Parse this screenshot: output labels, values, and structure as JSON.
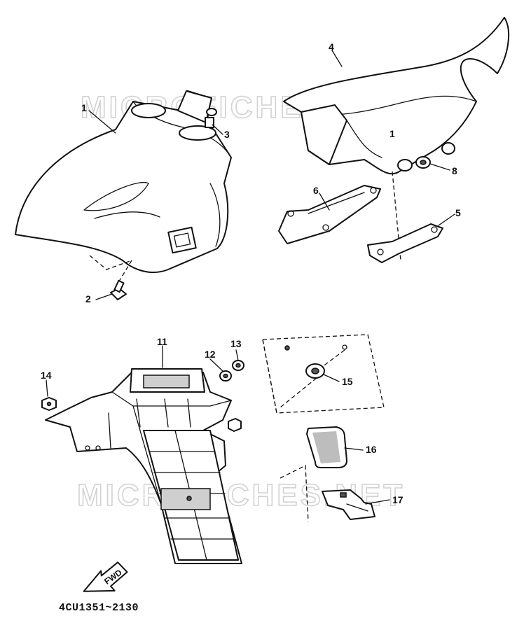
{
  "watermark": {
    "text_upper": "MICROFICHES.NET",
    "text_lower": "MICROFICHES.NET"
  },
  "callouts": {
    "c1": "1",
    "c1b": "1",
    "c2": "2",
    "c3": "3",
    "c4": "4",
    "c5": "5",
    "c6": "6",
    "c8": "8",
    "c11": "11",
    "c12": "12",
    "c13": "13",
    "c14": "14",
    "c15": "15",
    "c16": "16",
    "c17": "17"
  },
  "fwd_arrow": {
    "label": "FWD"
  },
  "part_code": "4CU1351~2130",
  "colors": {
    "ink": "#111111",
    "watermark": "#d2d2d2",
    "shade": "#cfcfcf"
  }
}
